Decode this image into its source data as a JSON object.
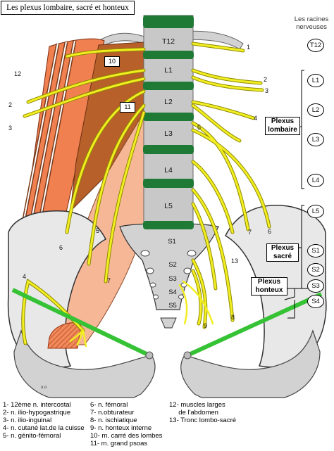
{
  "title": "Les plexus lombaire, sacré et honteux",
  "roots_heading": [
    "Les racines",
    "nerveuses"
  ],
  "vertebrae": [
    "T12",
    "L1",
    "L2",
    "L3",
    "L4",
    "L5"
  ],
  "sacral_segments": [
    "S1",
    "S2",
    "S3",
    "S4",
    "S5"
  ],
  "root_labels": [
    "T12",
    "L1",
    "L2",
    "L3",
    "L4",
    "L5",
    "S1",
    "S2",
    "S3",
    "S4"
  ],
  "plexus_labels": {
    "lumbar": [
      "Plexus",
      "lombaire"
    ],
    "sacral": [
      "Plexus",
      "sacré"
    ],
    "pudendal": [
      "Plexus",
      "honteux"
    ]
  },
  "muscle_labels": {
    "quadratus": "10",
    "psoas": "11"
  },
  "callouts": {
    "n1": "1",
    "n2_right": "2",
    "n3_right": "3",
    "n4_right": "4",
    "n5_upper": "5",
    "n7_right": "7",
    "n6_right": "6",
    "n13": "13",
    "n8": "8",
    "n9": "9",
    "n12_left": "12",
    "n2_left": "2",
    "n3_left": "3",
    "n5_psoas": "5",
    "n6_left": "6",
    "n4_left": "4",
    "n7_left": "7"
  },
  "corner_mark": "o.o",
  "legend": {
    "col1": [
      "1- 12ème n. intercostal",
      "2- n. ilio-hypogastrique",
      "3- n. ilio-inguinal",
      "4- n. cutané lat.de la cuisse",
      "5- n. génito-fémoral"
    ],
    "col2": [
      "6- n. fémoral",
      "7- n.obturateur",
      "8- n. ischiatique",
      "9- n. honteux interne",
      "10- m. carré des lombes",
      "11- m. grand psoas"
    ],
    "col3": [
      "12- muscles larges",
      "     de l'abdomen",
      "13- Tronc lombo-sacré"
    ]
  },
  "colors": {
    "nerve": "#f2ee22",
    "nerve_outline": "#8c8a00",
    "vertebra": "#c8c8c8",
    "disc": "#1e7a35",
    "quadratus": "#b8602a",
    "psoas": "#f6b797",
    "abdominal_muscle": "#f08050",
    "ligament": "#35c235",
    "bone": "#d2d2d2"
  }
}
